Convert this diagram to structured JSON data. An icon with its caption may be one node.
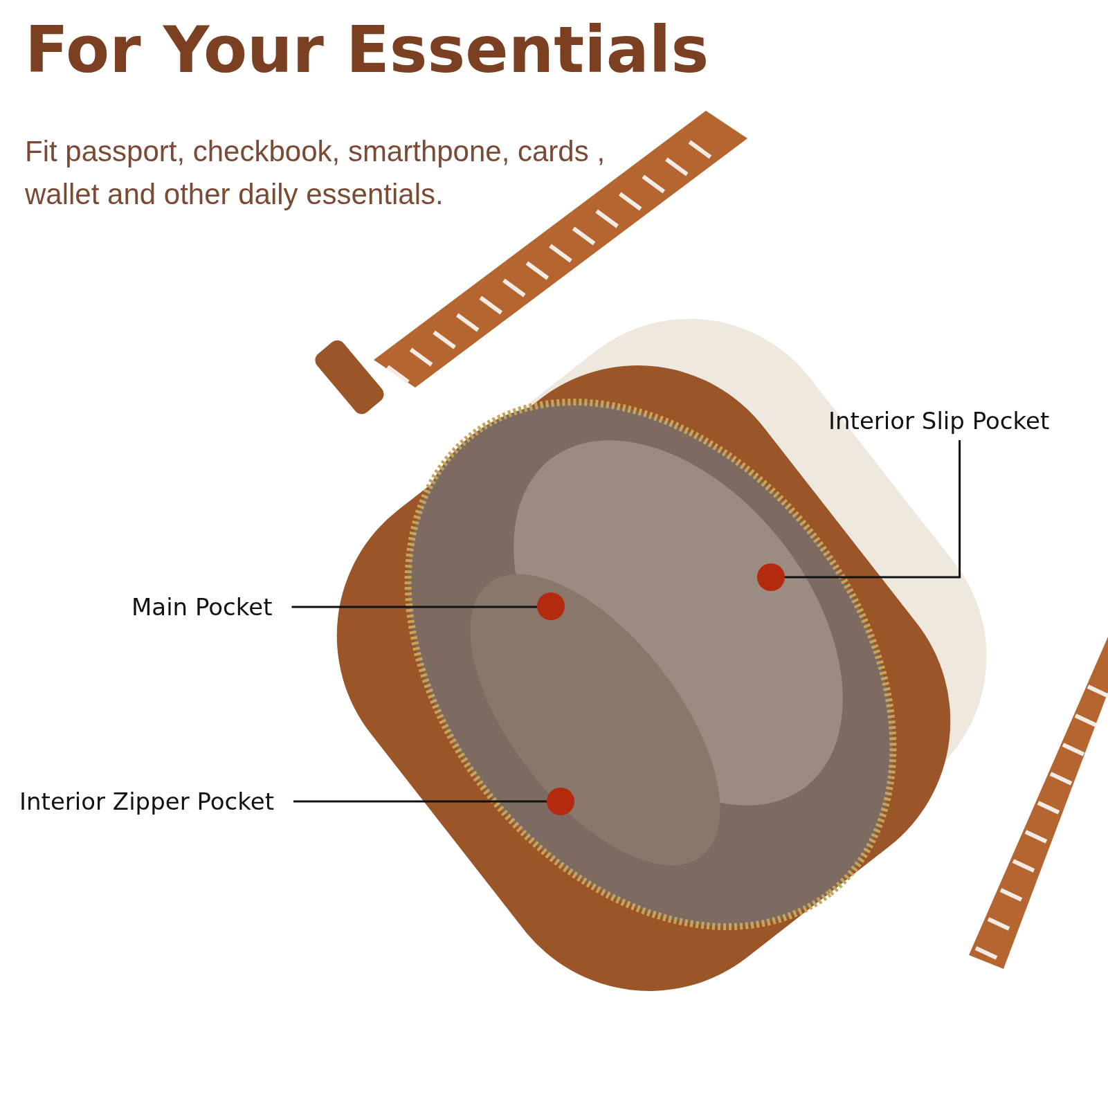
{
  "diagram": {
    "title": "For Your Essentials",
    "nodes": [
      {
        "text": [
          "Interior Slip Pocket"
        ]
      },
      {
        "text": [],
        "shape": "circle"
      },
      {
        "text": [
          "Main Pocket"
        ]
      },
      {
        "text": [],
        "shape": "circle"
      },
      {
        "text": [
          "Interior Zipper Pocket"
        ]
      },
      {
        "text": [],
        "shape": "circle"
      }
    ],
    "edges": [
      {
        "from": 0,
        "to": 1,
        "arrow": "none"
      },
      {
        "from": 2,
        "to": 3,
        "arrow": "none"
      },
      {
        "from": 4,
        "to": 5,
        "arrow": "none"
      }
    ],
    "labels": [
      "Fit passport, checkbook, smarthpone, cards , wallet and other daily essentials."
    ]
  }
}
